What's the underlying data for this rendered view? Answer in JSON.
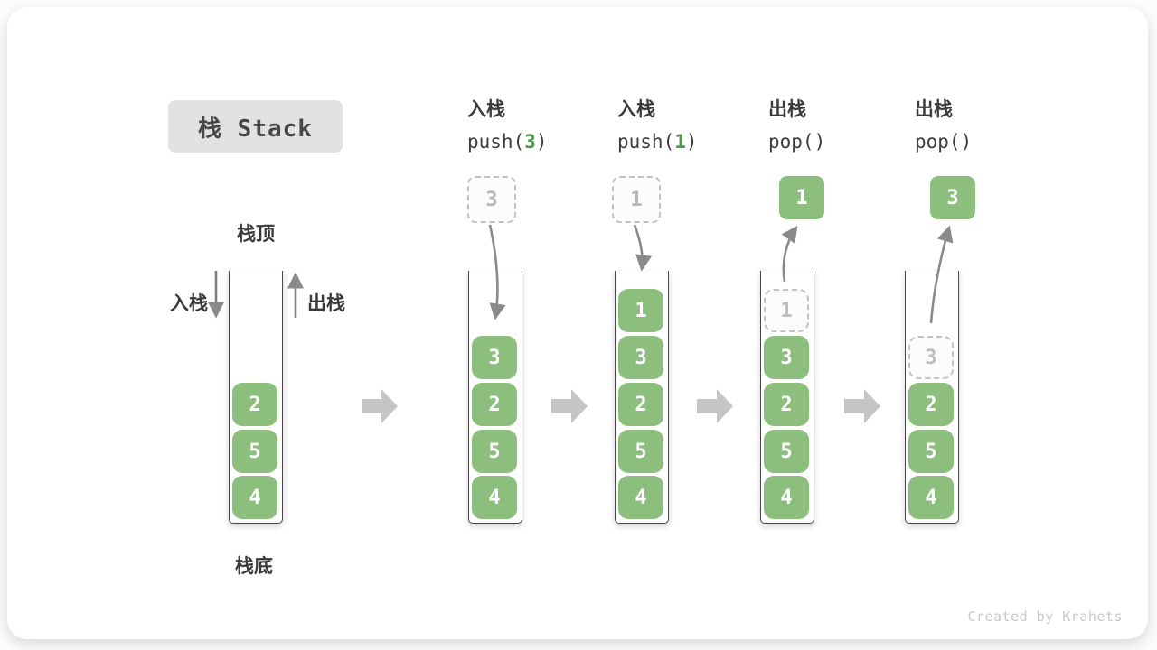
{
  "title": {
    "label": "栈 Stack"
  },
  "legend": {
    "stack_top": "栈顶",
    "stack_bottom": "栈底",
    "push_label": "入栈",
    "pop_label": "出栈"
  },
  "operations": [
    {
      "name": "入栈",
      "code_pre": "push(",
      "code_arg": "3",
      "code_suf": ")",
      "float_value": "3",
      "float_style": "ghost"
    },
    {
      "name": "入栈",
      "code_pre": "push(",
      "code_arg": "1",
      "code_suf": ")",
      "float_value": "1",
      "float_style": "ghost"
    },
    {
      "name": "出栈",
      "code_pre": "pop(",
      "code_arg": "",
      "code_suf": ")",
      "float_value": "1",
      "float_style": "solid"
    },
    {
      "name": "出栈",
      "code_pre": "pop(",
      "code_arg": "",
      "code_suf": ")",
      "float_value": "3",
      "float_style": "solid"
    }
  ],
  "stacks": [
    {
      "cells": [
        {
          "slot": 3,
          "value": "2"
        },
        {
          "slot": 4,
          "value": "5"
        },
        {
          "slot": 5,
          "value": "4"
        }
      ]
    },
    {
      "cells": [
        {
          "slot": 2,
          "value": "3"
        },
        {
          "slot": 3,
          "value": "2"
        },
        {
          "slot": 4,
          "value": "5"
        },
        {
          "slot": 5,
          "value": "4"
        }
      ]
    },
    {
      "cells": [
        {
          "slot": 1,
          "value": "1"
        },
        {
          "slot": 2,
          "value": "3"
        },
        {
          "slot": 3,
          "value": "2"
        },
        {
          "slot": 4,
          "value": "5"
        },
        {
          "slot": 5,
          "value": "4"
        }
      ]
    },
    {
      "cells": [
        {
          "slot": 1,
          "value": "1",
          "ghost": true
        },
        {
          "slot": 2,
          "value": "3"
        },
        {
          "slot": 3,
          "value": "2"
        },
        {
          "slot": 4,
          "value": "5"
        },
        {
          "slot": 5,
          "value": "4"
        }
      ]
    },
    {
      "cells": [
        {
          "slot": 2,
          "value": "3",
          "ghost": true
        },
        {
          "slot": 3,
          "value": "2"
        },
        {
          "slot": 4,
          "value": "5"
        },
        {
          "slot": 5,
          "value": "4"
        }
      ]
    }
  ],
  "watermark": "Created by Krahets",
  "colors": {
    "cell_green": "#8CBE7E",
    "code_arg_green": "#509A50",
    "ghost_gray": "#BDBDBD",
    "curve_arrow_gray": "#8A8A8A",
    "block_arrow_gray": "#C5C5C5",
    "title_bg": "#E2E2E2",
    "label_dark": "#3A3A3A"
  }
}
